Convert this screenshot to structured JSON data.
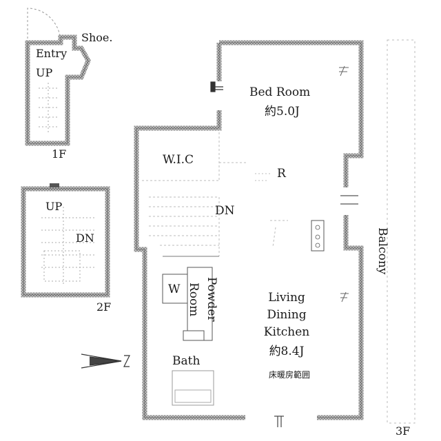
{
  "floors": {
    "f1": {
      "label": "1F",
      "entry": "Entry",
      "up": "UP",
      "shoe": "Shoe."
    },
    "f2": {
      "label": "2F",
      "up": "UP",
      "dn": "DN"
    },
    "f3": {
      "label": "3F",
      "bed_room": "Bed Room",
      "bed_room_size": "約5.0J",
      "wic": "W.I.C",
      "r": "R",
      "dn": "DN",
      "w": "W",
      "powder_room_line1": "Powder",
      "powder_room_line2": "Room",
      "ldk_line1": "Living",
      "ldk_line2": "Dining",
      "ldk_line3": "Kitchen",
      "ldk_size": "約8.4J",
      "floor_heating": "床暖房範囲",
      "bath": "Bath",
      "balcony": "Balcony"
    }
  },
  "colors": {
    "wall_fill": "#9a9a9a",
    "wall_edge": "#333333",
    "fixture": "#888888"
  }
}
